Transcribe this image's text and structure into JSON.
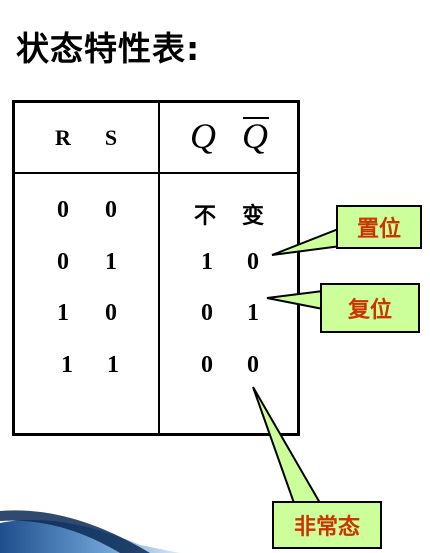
{
  "title": "状态特性表:",
  "table": {
    "headers": {
      "r": "R",
      "s": "S",
      "q": "Q",
      "qbar": "Q"
    },
    "rows": [
      {
        "r": "0",
        "s": "0",
        "q": "不",
        "qbar": "变"
      },
      {
        "r": "0",
        "s": "1",
        "q": "1",
        "qbar": "0"
      },
      {
        "r": "1",
        "s": "0",
        "q": "0",
        "qbar": "1"
      },
      {
        "r": "1",
        "s": "1",
        "q": "0",
        "qbar": "0"
      }
    ]
  },
  "callouts": {
    "set": "置位",
    "reset": "复位",
    "invalid": "非常态"
  },
  "colors": {
    "callout_fill": "#ccff99",
    "callout_text": "#cc3300"
  }
}
